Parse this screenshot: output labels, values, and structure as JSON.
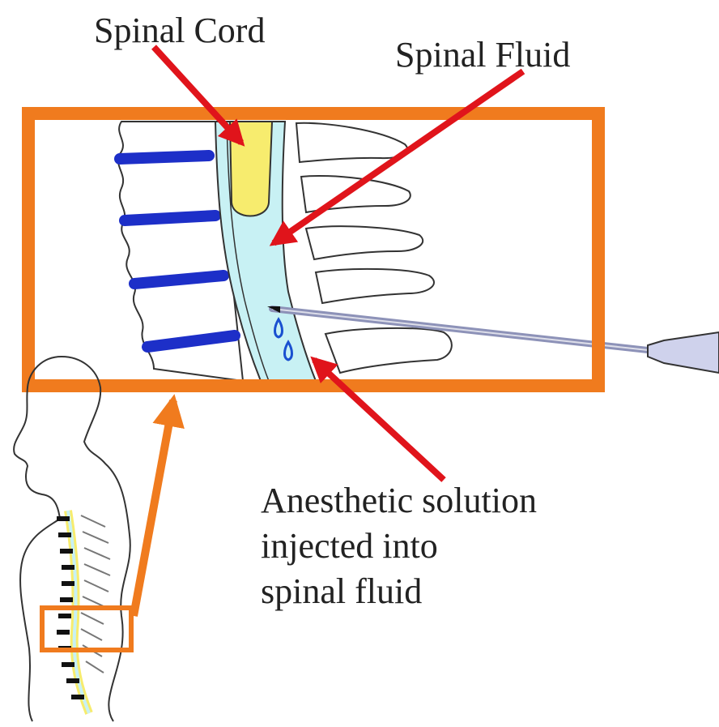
{
  "labels": {
    "spinal_cord": "Spinal Cord",
    "spinal_fluid": "Spinal Fluid",
    "anesthetic_line1": "Anesthetic solution",
    "anesthetic_line2": "injected into",
    "anesthetic_line3": "spinal fluid"
  },
  "colors": {
    "zoom_frame": "#f07b1e",
    "pointer_arrow": "#e0141b",
    "spinal_cord": "#f7ec6e",
    "spinal_fluid": "#c8f1f4",
    "disc": "#1d2fc8",
    "needle": "#8d92b8"
  }
}
